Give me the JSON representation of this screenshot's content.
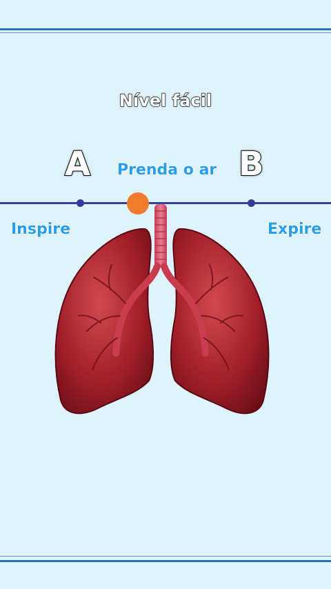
{
  "title": "Nível fácil",
  "labels": {
    "point_a": "A",
    "point_b": "B",
    "hold": "Prenda o ar",
    "inhale": "Inspire",
    "exhale": "Expire"
  },
  "colors": {
    "background": "#def3fb",
    "track": "#2e3f9c",
    "indicator": "#f07c2e",
    "label_blue": "#2a9ee8",
    "lung": "#a3202a"
  },
  "icons": {
    "illustration": "lungs-icon"
  }
}
